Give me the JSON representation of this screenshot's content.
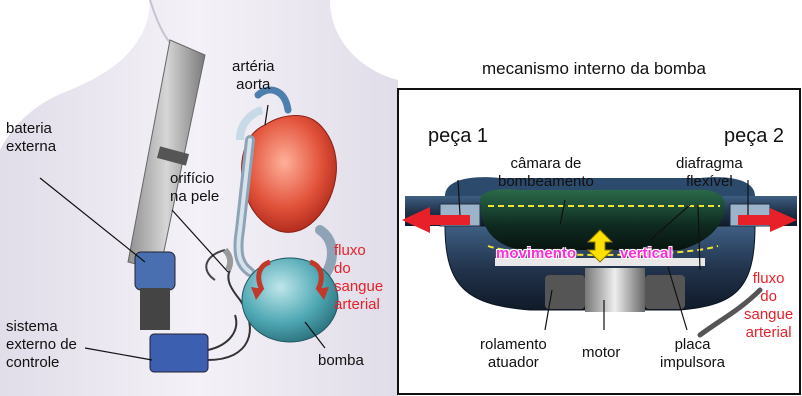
{
  "labels": {
    "arteria_aorta": "artéria\naorta",
    "mecanismo": "mecanismo interno da bomba",
    "bateria": "bateria\nexterna",
    "orificio": "orifício\nna pele",
    "peca1": "peça 1",
    "peca2": "peça 2",
    "camara": "câmara de\nbombeamento",
    "diafragma": "diafragma\nflexível",
    "fluxo_left": "fluxo\ndo\nsangue\narterial",
    "movimento": "movimento",
    "vertical": "vertical",
    "fluxo_right": "fluxo\ndo\nsangue\narterial",
    "sistema": "sistema\nexterno de\ncontrole",
    "bomba": "bomba",
    "rolamento": "rolamento\natuador",
    "motor": "motor",
    "placa": "placa\nimpulsora"
  },
  "colors": {
    "flow_text": "#e8202a",
    "movement_text": "#ff2bd6",
    "arrow_yellow": "#ffe000",
    "panel_border": "#111111",
    "skin": "#e9e4ef"
  }
}
